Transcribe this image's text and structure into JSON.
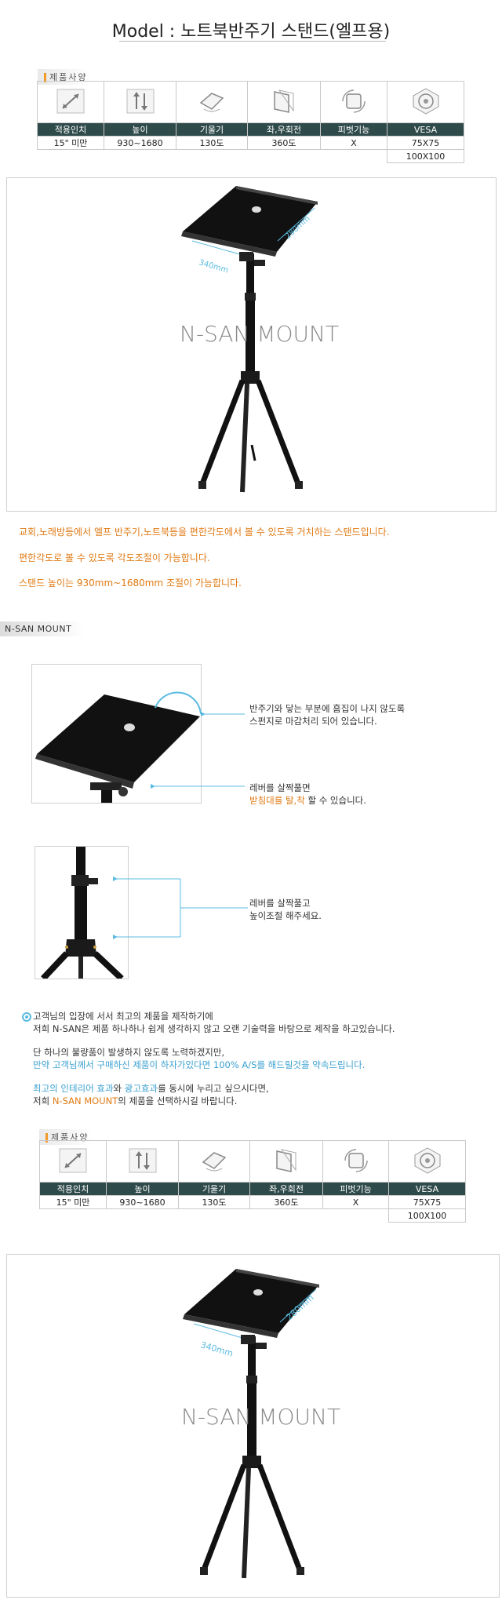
{
  "model_title": "Model : 노트북반주기 스탠드(엘프용)",
  "spec_label": "제품사양",
  "spec_table": {
    "icons": [
      "diagonal-arrow-icon",
      "height-arrows-icon",
      "tilt-icon",
      "rotate-icon",
      "pivot-icon",
      "vesa-icon"
    ],
    "headers": [
      "적용인치",
      "높이",
      "기울기",
      "좌,우회전",
      "피벗기능",
      "VESA"
    ],
    "values": [
      "15\" 미만",
      "930~1680",
      "130도",
      "360도",
      "X",
      "75X75"
    ],
    "extra": "100X100"
  },
  "photo1": {
    "watermark": "N-SAN MOUNT",
    "dim_width": "340mm",
    "dim_depth": "280mm"
  },
  "descriptions": [
    "교회,노래방등에서 엘프 반주기,노트북등을 편한각도에서 볼 수 있도록 거치하는 스탠드입니다.",
    "편한각도로 볼 수 있도록 각도조절이 가능합니다.",
    "스탠드 높이는 930mm~1680mm 조절이 가능합니다."
  ],
  "brand_tag": "N-SAN MOUNT",
  "callouts": {
    "sponge_line1": "반주기와 닿는 부분에 흠집이 나지 않도록",
    "sponge_line2": "스펀지로 마감처리 되어 있습니다.",
    "lever_line1": "레버를 살짝풀면",
    "lever_line2_hl": "받침대를 탈,착",
    "lever_line2_rest": " 할 수 있습니다.",
    "height_line1": "레버를 살짝풀고",
    "height_line2": "높이조절 해주세요."
  },
  "paragraph": {
    "l1": "고객님의 입장에 서서 최고의 제품을 제작하기에",
    "l2": "저희 N-SAN은 제품 하나하나 쉽게 생각하지 않고 오랜 기술력을 바탕으로 제작을 하고있습니다.",
    "l3": "단 하나의 불량품이 발생하지 않도록 노력하겠지만,",
    "l4": "만약 고객님께서 구매하신 제품이 하자가있다면 100% A/S를 해드릴것을 약속드립니다.",
    "l5a": "최고의 인테리어 효과",
    "l5b": "와 ",
    "l5c": "광고효과",
    "l5d": "를 동시에 누리고 싶으시다면,",
    "l6a": "저희 ",
    "l6b": "N-SAN MOUNT",
    "l6c": "의 제품을 선택하시길 바랍니다."
  },
  "photo2": {
    "watermark": "N-SAN MOUNT",
    "dim_width": "340mm",
    "dim_depth": "280mm"
  },
  "colors": {
    "header_bg": "#2f4a4a",
    "orange": "#e07a14",
    "blue": "#3aa0d0",
    "callout_line": "#5bbbe0"
  }
}
